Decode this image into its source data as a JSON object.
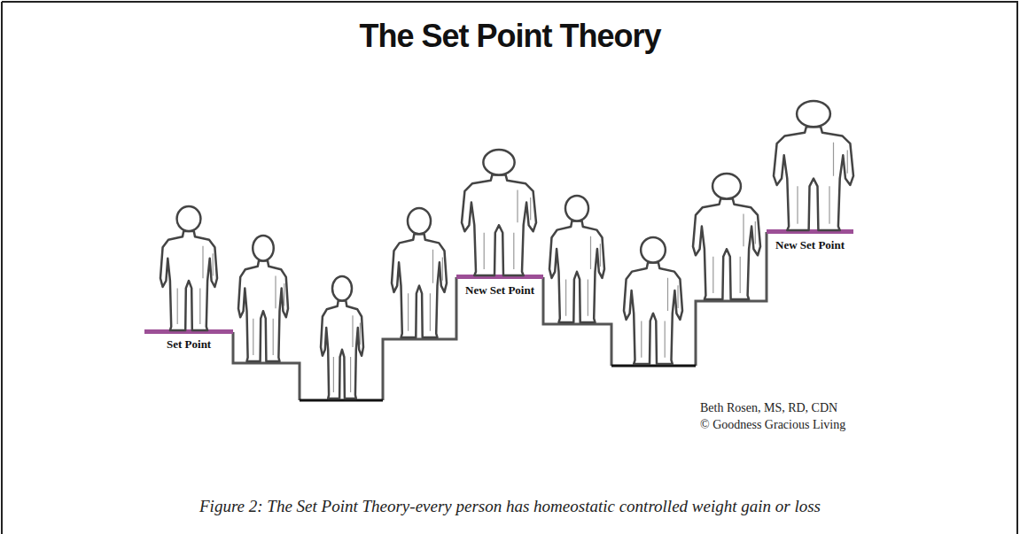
{
  "diagram": {
    "title": "The Set Point Theory",
    "caption": "Figure 2: The Set Point Theory-every person has homeostatic controlled weight gain or loss",
    "labels": [
      "Set Point",
      "New Set Point",
      "New Set Point",
      "Beth Rosen, MS, RD, CDN",
      "© Goodness Gracious Living"
    ]
  }
}
